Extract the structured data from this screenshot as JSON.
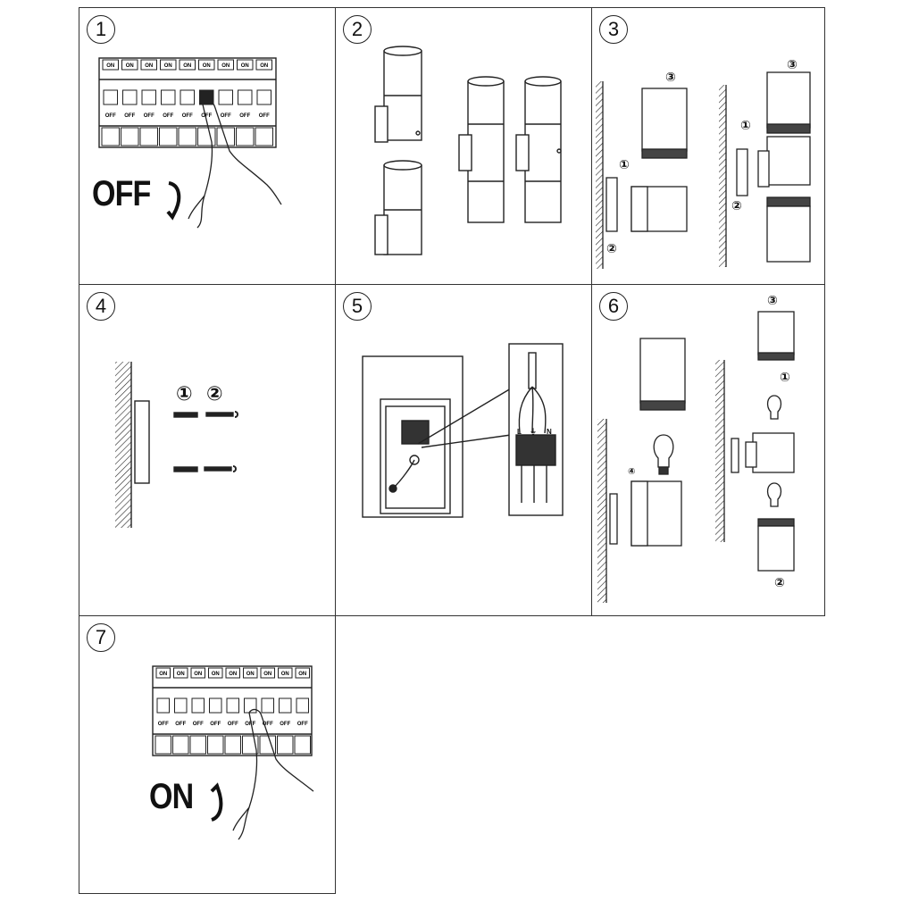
{
  "steps": [
    {
      "number": "1",
      "label": "OFF"
    },
    {
      "number": "2"
    },
    {
      "number": "3"
    },
    {
      "number": "4"
    },
    {
      "number": "5"
    },
    {
      "number": "6"
    },
    {
      "number": "7",
      "label": "ON"
    }
  ],
  "breaker": {
    "on_label": "ON",
    "off_label": "OFF"
  },
  "markers": {
    "m1": "①",
    "m2": "②",
    "m3": "③",
    "m4": "④"
  },
  "wiring": {
    "terminal_labels": [
      "L",
      "⏚",
      "N"
    ]
  }
}
